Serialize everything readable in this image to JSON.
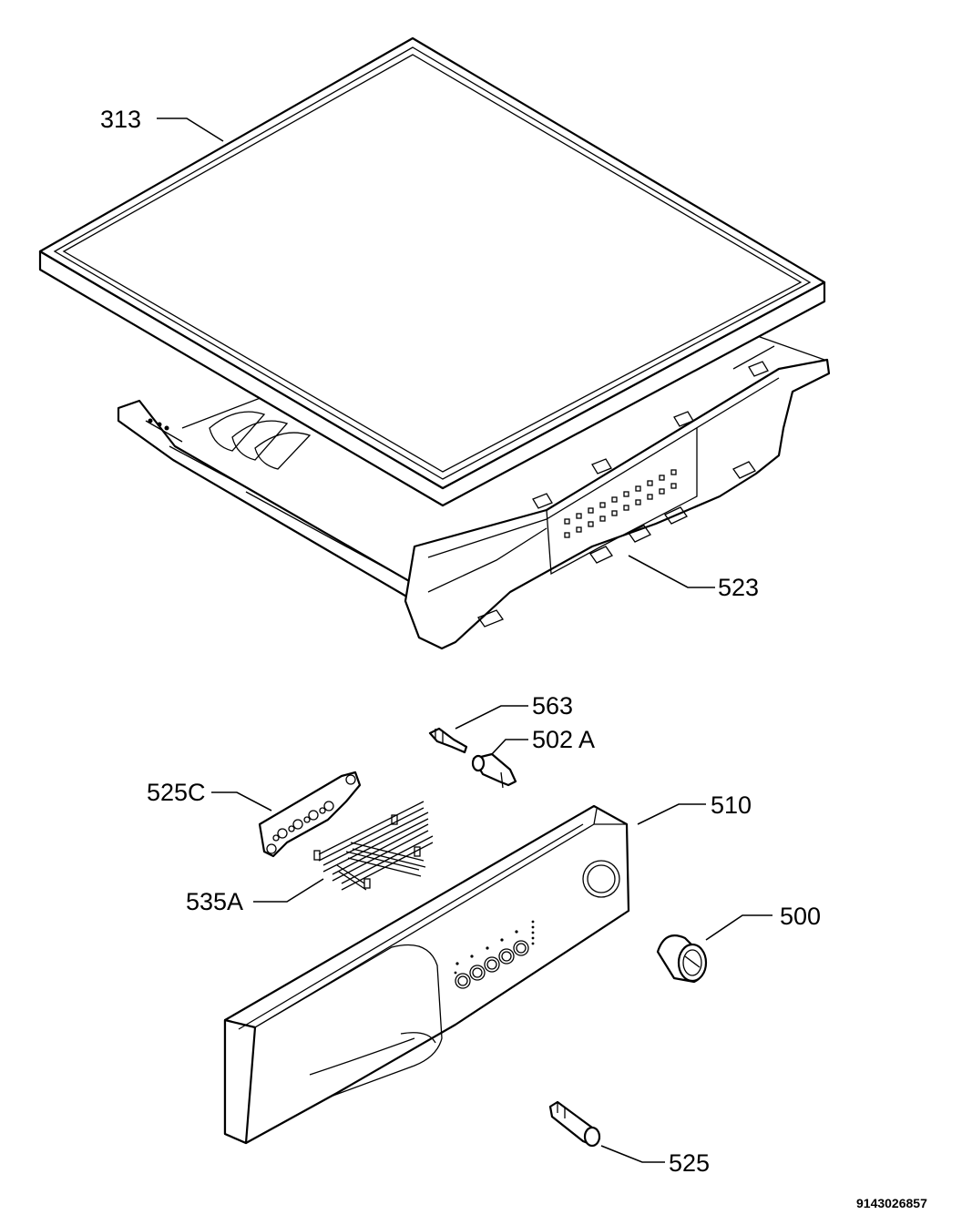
{
  "labels": {
    "p313": "313",
    "p523": "523",
    "p563": "563",
    "p502a": "502 A",
    "p525c": "525C",
    "p510": "510",
    "p535a": "535A",
    "p500": "500",
    "p525": "525"
  },
  "drawing_number": "9143026857"
}
